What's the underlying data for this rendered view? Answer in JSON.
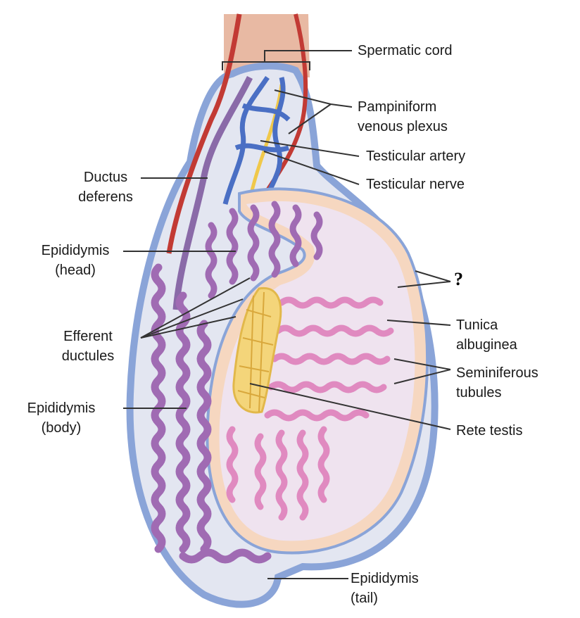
{
  "labels": {
    "spermatic_cord": "Spermatic cord",
    "pampiniform_1": "Pampiniform",
    "pampiniform_2": "venous plexus",
    "testicular_artery": "Testicular artery",
    "testicular_nerve": "Testicular nerve",
    "ductus_1": "Ductus",
    "ductus_2": "deferens",
    "epi_head_1": "Epididymis",
    "epi_head_2": "(head)",
    "question": "?",
    "tunica_1": "Tunica",
    "tunica_2": "albuginea",
    "efferent_1": "Efferent",
    "efferent_2": "ductules",
    "semi_1": "Seminiferous",
    "semi_2": "tubules",
    "epi_body_1": "Epididymis",
    "epi_body_2": "(body)",
    "rete": "Rete testis",
    "epi_tail_1": "Epididymis",
    "epi_tail_2": "(tail)"
  },
  "colors": {
    "tunica_vaginalis": "#8aa4d8",
    "scrotal_fill": "#e3e6f1",
    "epididymis": "#a06bb3",
    "tubules": "#e08ac0",
    "rete": "#f4d57a",
    "albuginea": "#f6d7c0",
    "artery": "#c23a34",
    "vein": "#4a6fc4",
    "nerve": "#f0c84a",
    "leader": "#333333"
  }
}
